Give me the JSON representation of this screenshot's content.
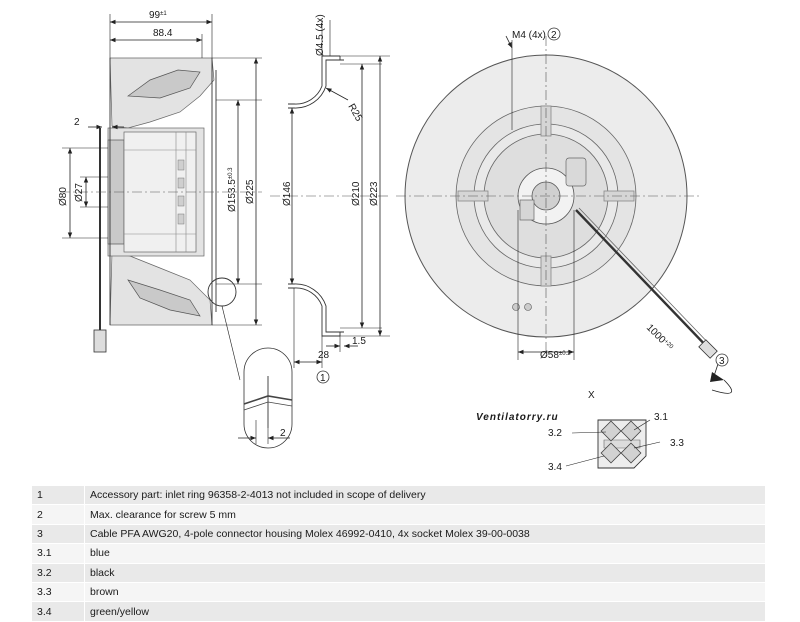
{
  "dimensions": {
    "w99": "99",
    "w99_tol": "±1",
    "w88": "88.4",
    "d80": "Ø80",
    "d27": "Ø27",
    "d153": "Ø153.5",
    "d153_tol": "±0.3",
    "d225": "Ø225",
    "gap2a": "2",
    "gap2b": "2",
    "hole": "Ø4.5 (4x)",
    "r25": "R25",
    "d146": "Ø146",
    "d210": "Ø210",
    "d223": "Ø223",
    "w28": "28",
    "w15": "1.5",
    "m4": "M4 (4x)",
    "d58": "Ø58",
    "d58_tol": "±0.2",
    "cable": "1000",
    "cable_tol": "+20",
    "x": "X"
  },
  "callouts": {
    "c1": "1",
    "c2": "2",
    "c3": "3",
    "c31": "3.1",
    "c32": "3.2",
    "c33": "3.3",
    "c34": "3.4"
  },
  "watermark": "Ventilatorry.ru",
  "legend": [
    {
      "key": "1",
      "text": "Accessory part: inlet ring 96358-2-4013 not included in scope of delivery"
    },
    {
      "key": "2",
      "text": "Max. clearance for screw 5 mm"
    },
    {
      "key": "3",
      "text": "Cable PFA AWG20, 4-pole connector housing Molex 46992-0410, 4x socket Molex 39-00-0038"
    },
    {
      "key": "3.1",
      "text": "blue"
    },
    {
      "key": "3.2",
      "text": "black"
    },
    {
      "key": "3.3",
      "text": "brown"
    },
    {
      "key": "3.4",
      "text": "green/yellow"
    }
  ]
}
